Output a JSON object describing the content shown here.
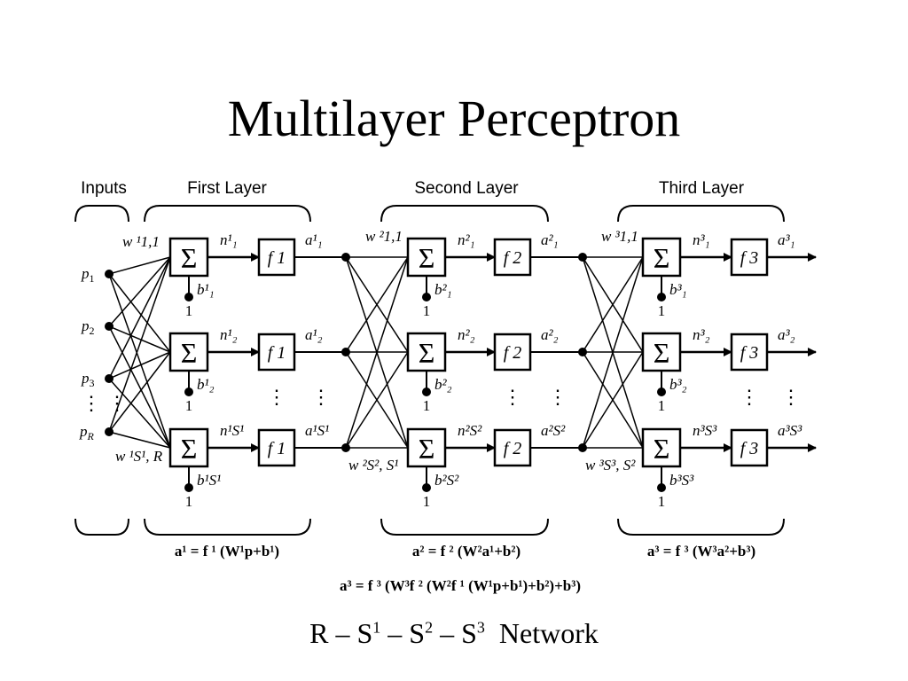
{
  "slide": {
    "title": "Multilayer Perceptron",
    "caption": {
      "r": "R",
      "sep": "–",
      "s": "S",
      "sup1": "1",
      "sup2": "2",
      "sup3": "3",
      "word": "Network"
    }
  },
  "diagram": {
    "headers": {
      "inputs": "Inputs",
      "first": "First Layer",
      "second": "Second Layer",
      "third": "Third Layer"
    },
    "inputs": [
      "p1",
      "p2",
      "p3",
      "pR"
    ],
    "sum_symbol": "Σ",
    "bias_input": "1",
    "layers": [
      {
        "n": [
          "n¹₁",
          "n¹₂",
          "n¹S¹"
        ],
        "a": [
          "a¹₁",
          "a¹₂",
          "a¹S¹"
        ],
        "b": [
          "b¹₁",
          "b¹₂",
          "b¹S¹"
        ],
        "f": "f 1",
        "w_top": "w ¹1,1",
        "w_bottom": "w ¹S¹, R"
      },
      {
        "n": [
          "n²₁",
          "n²₂",
          "n²S²"
        ],
        "a": [
          "a²₁",
          "a²₂",
          "a²S²"
        ],
        "b": [
          "b²₁",
          "b²₂",
          "b²S²"
        ],
        "f": "f 2",
        "w_top": "w ²1,1",
        "w_bottom": "w ²S², S¹"
      },
      {
        "n": [
          "n³₁",
          "n³₂",
          "n³S³"
        ],
        "a": [
          "a³₁",
          "a³₂",
          "a³S³"
        ],
        "b": [
          "b³₁",
          "b³₂",
          "b³S³"
        ],
        "f": "f 3",
        "w_top": "w ³1,1",
        "w_bottom": "w ³S³, S²"
      }
    ],
    "equations": {
      "layer1": "a¹ = f ¹ (W¹p+b¹)",
      "layer2": "a² = f ² (W²a¹+b²)",
      "layer3": "a³ = f ³ (W³a²+b³)",
      "full": "a³ = f ³ (W³f ² (W²f ¹ (W¹p+b¹)+b²)+b³)"
    }
  }
}
